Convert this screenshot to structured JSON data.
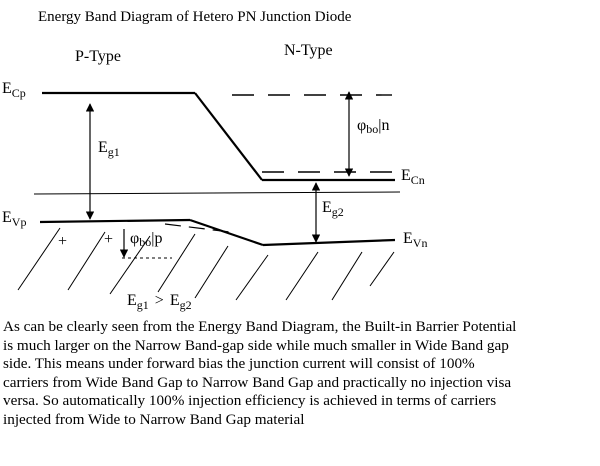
{
  "diagram": {
    "title": "Energy Band Diagram of Hetero PN Junction Diode",
    "p_type_label": "P-Type",
    "n_type_label": "N-Type",
    "labels": {
      "ec_p": {
        "main": "E",
        "sub": "Cp"
      },
      "ev_p": {
        "main": "E",
        "sub": "Vp"
      },
      "ec_n": {
        "main": "E",
        "sub": "Cn"
      },
      "ev_n": {
        "main": "E",
        "sub": "Vn"
      },
      "eg1": {
        "main": "E",
        "sub": "g1"
      },
      "eg2": {
        "main": "E",
        "sub": "g2"
      },
      "phi_n": {
        "main": "φ",
        "sub": "bo",
        "suffix": "|n"
      },
      "phi_p": {
        "main": "φ",
        "sub": "bo",
        "suffix": "|p"
      },
      "plus_sign": "+",
      "comparison": {
        "left_main": "E",
        "left_sub": "g1",
        "op": ">",
        "right_main": "E",
        "right_sub": "g2"
      }
    },
    "description": [
      "As can be clearly seen from the Energy Band Diagram, the Built-in Barrier Potential",
      "is much larger on the Narrow Band-gap side while much smaller in Wide Band gap",
      "side. This means under forward bias the junction current will consist of 100%",
      "carriers from Wide Band Gap to Narrow Band Gap and practically no injection visa",
      "versa. So automatically 100% injection efficiency is achieved in terms of carriers",
      "injected from Wide to Narrow Band Gap material"
    ]
  }
}
